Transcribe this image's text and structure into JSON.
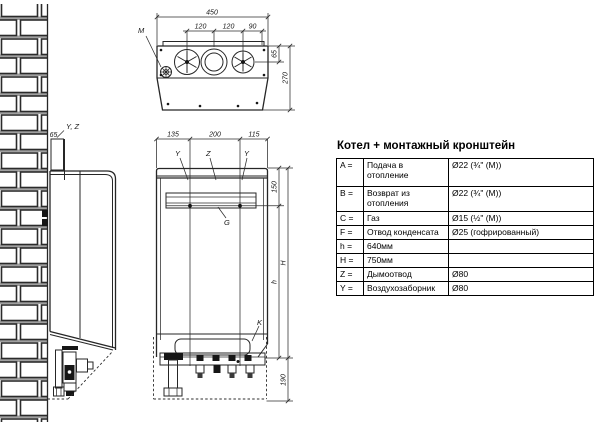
{
  "side_view": {
    "clearance": "65",
    "flue_label": "Y, Z"
  },
  "top_view": {
    "bolt_label": "M",
    "width_total": "450",
    "seg_a": "120",
    "seg_b": "120",
    "seg_c": "90",
    "depth_to_axis": "65",
    "depth_total": "270"
  },
  "front_view": {
    "seg_a": "135",
    "seg_b": "200",
    "seg_c": "115",
    "air_left": "Y",
    "flue_center": "Z",
    "air_right": "Y",
    "bracket_label": "G",
    "dim_top": "150",
    "dim_h": "h",
    "dim_H": "H",
    "corner_label": "K",
    "dim_bottom": "190"
  },
  "table": {
    "title": "Котел + монтажный кронштейн",
    "rows": [
      {
        "letter": "A =",
        "line1": "Подача в",
        "line2": "отопление",
        "value": "Ø22 (¾\" (M))"
      },
      {
        "letter": "B =",
        "line1": "Возврат из",
        "line2": "отопления",
        "value": "Ø22 (¾\" (M))"
      },
      {
        "letter": "C =",
        "line1": "Газ",
        "value": "Ø15 (½\" (M))"
      },
      {
        "letter": "F =",
        "line1": "Отвод конденсата",
        "value": "Ø25 (гофрированный)"
      },
      {
        "letter": "h =",
        "line1": "640мм",
        "value": ""
      },
      {
        "letter": "H =",
        "line1": "750мм",
        "value": ""
      },
      {
        "letter": "Z =",
        "line1": "Дымоотвод",
        "value": "Ø80"
      },
      {
        "letter": "Y =",
        "line1": "Воздухозаборник",
        "value": "Ø80"
      }
    ]
  }
}
